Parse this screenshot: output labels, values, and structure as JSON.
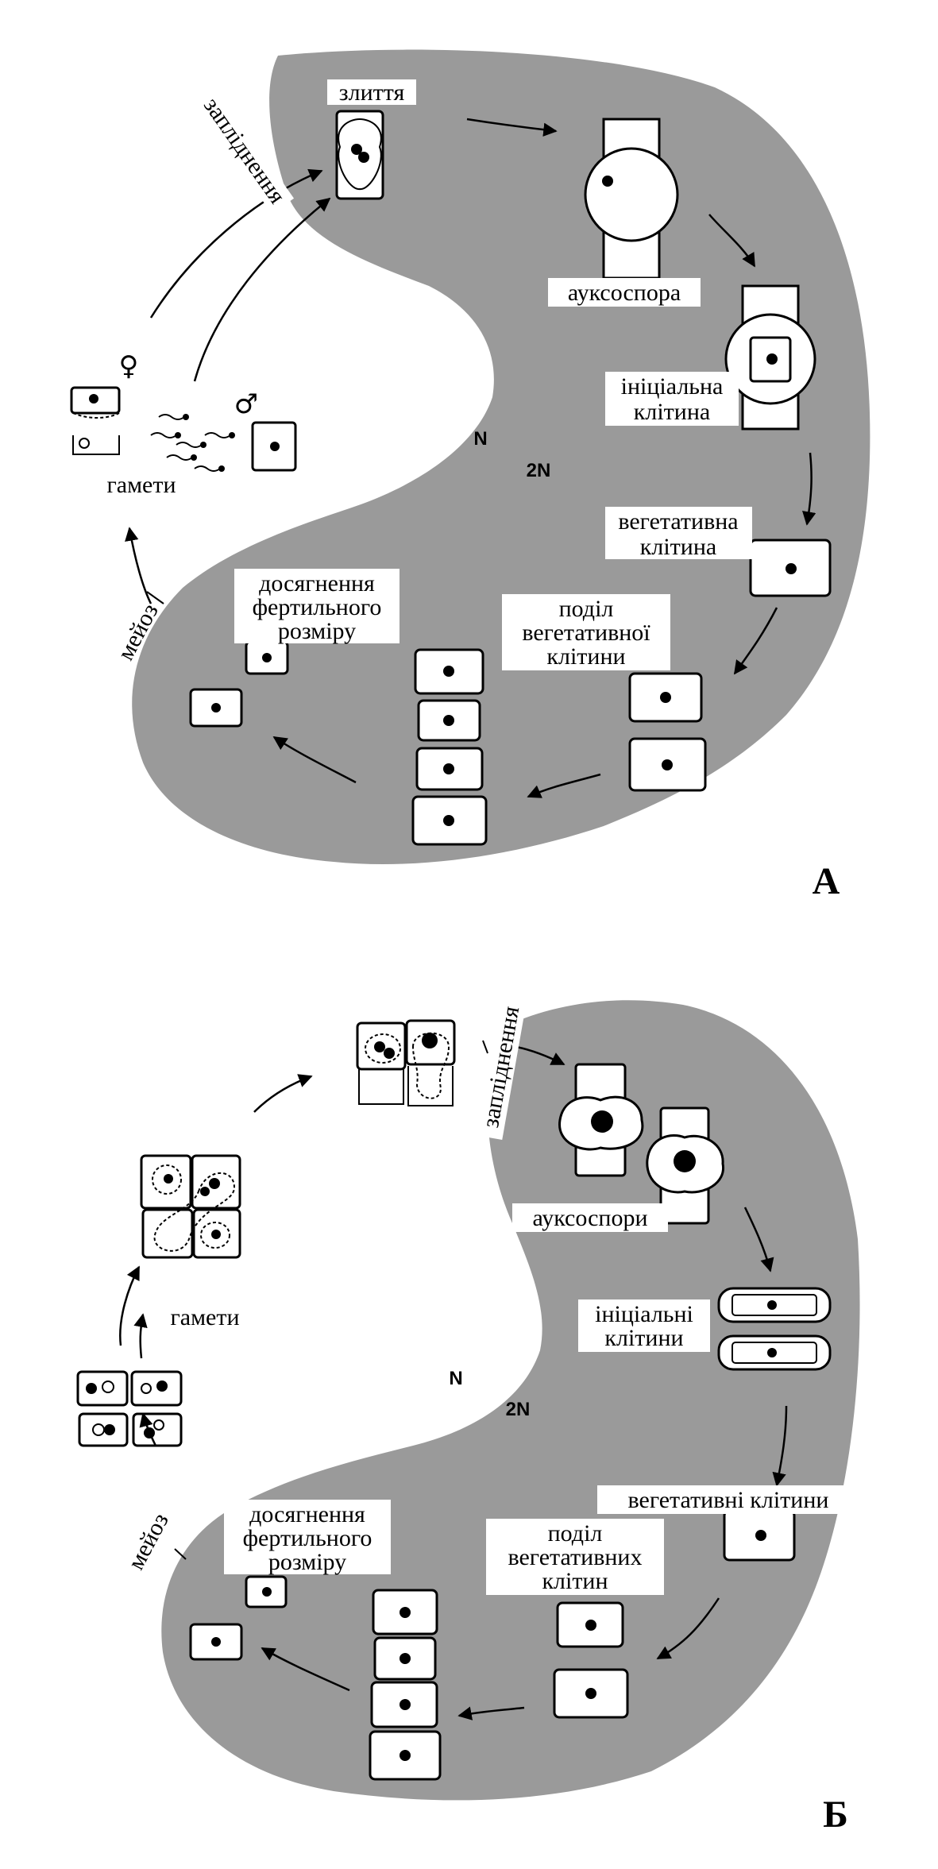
{
  "panel_a": {
    "letter": "А",
    "label_n": "N",
    "label_2n": "2N",
    "fusion": "злиття",
    "fertilization": "запліднення",
    "auxospore": "ауксоспора",
    "initial_cell_1": "ініціальна",
    "initial_cell_2": "клітина",
    "vegetative_cell_1": "вегетативна",
    "vegetative_cell_2": "клітина",
    "division_1": "поділ",
    "division_2": "вегетативної",
    "division_3": "клітини",
    "fertile_1": "досягнення",
    "fertile_2": "фертильного",
    "fertile_3": "розміру",
    "meiosis": "мейоз",
    "gametes": "гамети",
    "female_symbol": "♀",
    "male_symbol": "♂"
  },
  "panel_b": {
    "letter": "Б",
    "label_n": "N",
    "label_2n": "2N",
    "fertilization": "запліднення",
    "auxospores": "ауксоспори",
    "initial_cells_1": "ініціальні",
    "initial_cells_2": "клітини",
    "vegetative_cells": "вегетативні клітини",
    "division_1": "поділ",
    "division_2": "вегетативних",
    "division_3": "клітин",
    "fertile_1": "досягнення",
    "fertile_2": "фертильного",
    "fertile_3": "розміру",
    "meiosis": "мейоз",
    "gametes": "гамети"
  },
  "colors": {
    "diploid_region": "#9a9a9a",
    "ink": "#000000",
    "background": "#ffffff"
  }
}
